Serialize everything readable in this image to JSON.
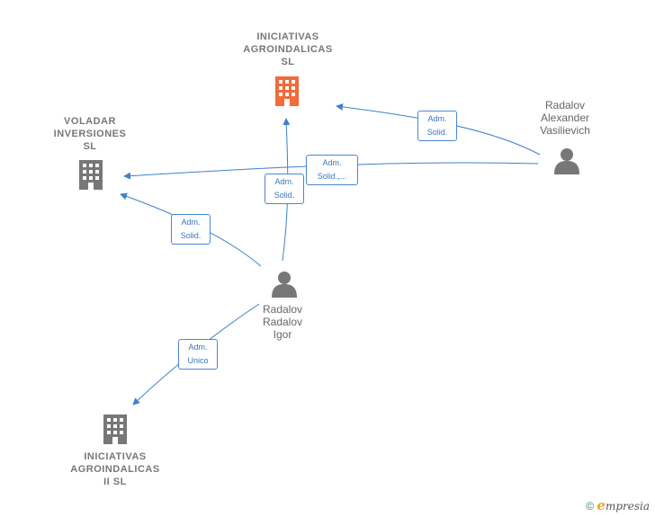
{
  "nodes": {
    "company_main": {
      "lines": [
        "INICIATIVAS",
        "AGROINDALICAS",
        "SL"
      ],
      "color": "#f26b3a"
    },
    "company_voladar": {
      "lines": [
        "VOLADAR",
        "INVERSIONES",
        "SL"
      ],
      "color": "#777777"
    },
    "company_ii": {
      "lines": [
        "INICIATIVAS",
        "AGROINDALICAS",
        "II  SL"
      ],
      "color": "#777777"
    },
    "person_alexander": {
      "lines": [
        "Radalov",
        "Alexander",
        "Vasilievich"
      ]
    },
    "person_igor": {
      "lines": [
        "Radalov",
        "Radalov",
        "Igor"
      ]
    }
  },
  "edges": [
    {
      "label": [
        "Adm.",
        "Solid."
      ]
    },
    {
      "label": [
        "Adm.",
        "Solid.,..."
      ]
    },
    {
      "label": [
        "Adm.",
        "Solid."
      ]
    },
    {
      "label": [
        "Adm.",
        "Solid."
      ]
    },
    {
      "label": [
        "Adm.",
        "Unico"
      ]
    }
  ],
  "colors": {
    "edge": "#3f7fd0",
    "icon_gray": "#777777",
    "icon_orange": "#f26b3a"
  },
  "footer": {
    "copyright": "©",
    "brand_first": "e",
    "brand_rest": "mpresia"
  }
}
